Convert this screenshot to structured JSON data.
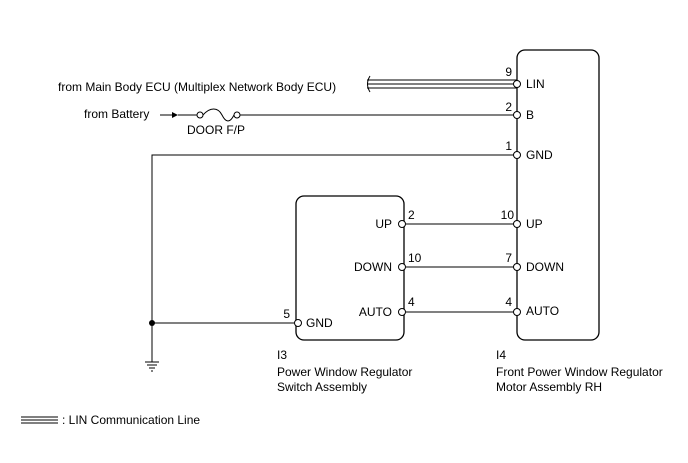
{
  "sources": {
    "main_body_ecu": "from Main Body ECU (Multiplex Network Body ECU)",
    "battery": "from Battery"
  },
  "fuse": {
    "label": "DOOR F/P"
  },
  "motor": {
    "code": "I4",
    "name_line1": "Front Power Window Regulator",
    "name_line2": "Motor Assembly RH",
    "pins": [
      {
        "num": "9",
        "label": "LIN"
      },
      {
        "num": "2",
        "label": "B"
      },
      {
        "num": "1",
        "label": "GND"
      },
      {
        "num": "10",
        "label": "UP"
      },
      {
        "num": "7",
        "label": "DOWN"
      },
      {
        "num": "4",
        "label": "AUTO"
      }
    ]
  },
  "switch": {
    "code": "I3",
    "name_line1": "Power Window Regulator",
    "name_line2": "Switch Assembly",
    "pins": [
      {
        "num": "2",
        "label": "UP"
      },
      {
        "num": "10",
        "label": "DOWN"
      },
      {
        "num": "4",
        "label": "AUTO"
      },
      {
        "num": "5",
        "label": "GND"
      }
    ]
  },
  "legend": {
    "label": ": LIN Communication Line"
  }
}
